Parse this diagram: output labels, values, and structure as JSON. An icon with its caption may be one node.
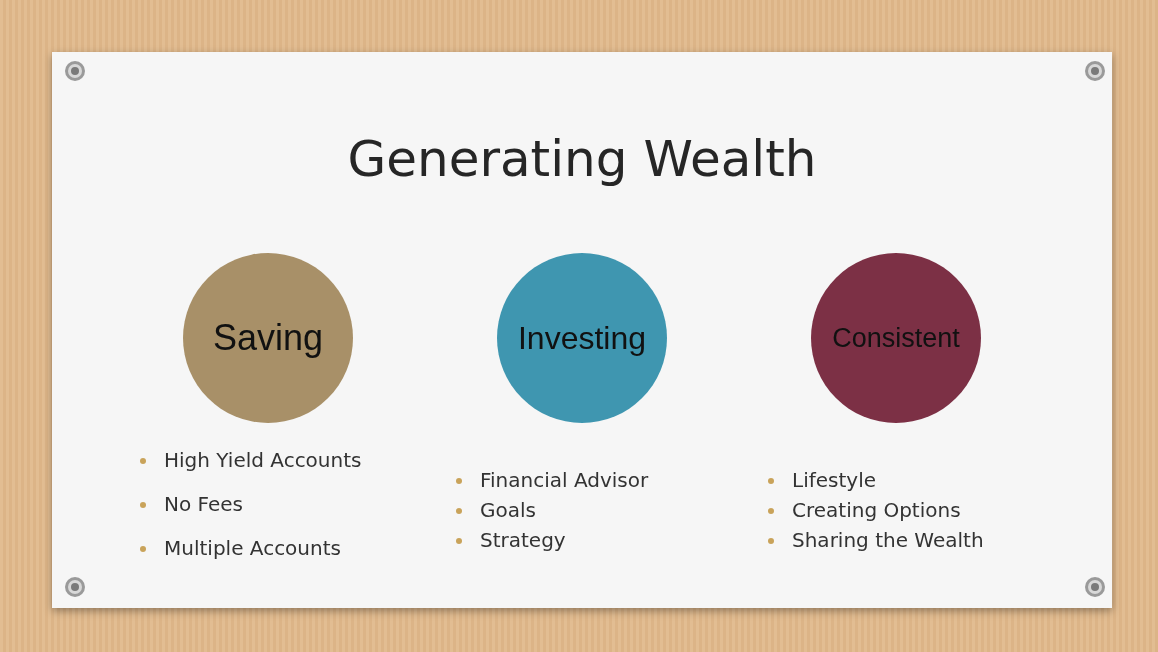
{
  "diagram": {
    "title": "Generating Wealth",
    "nodes": [
      {
        "text": [
          "Saving"
        ],
        "beside": [
          "High Yield Accounts",
          "No Fees",
          "Multiple Accounts"
        ]
      },
      {
        "text": [
          "Investing"
        ],
        "beside": [
          "Financial Advisor",
          "Goals",
          "Strategy"
        ]
      },
      {
        "text": [
          "Consistent"
        ],
        "beside": [
          "Lifestyle",
          "Creating Options",
          "Sharing the Wealth"
        ]
      }
    ]
  }
}
